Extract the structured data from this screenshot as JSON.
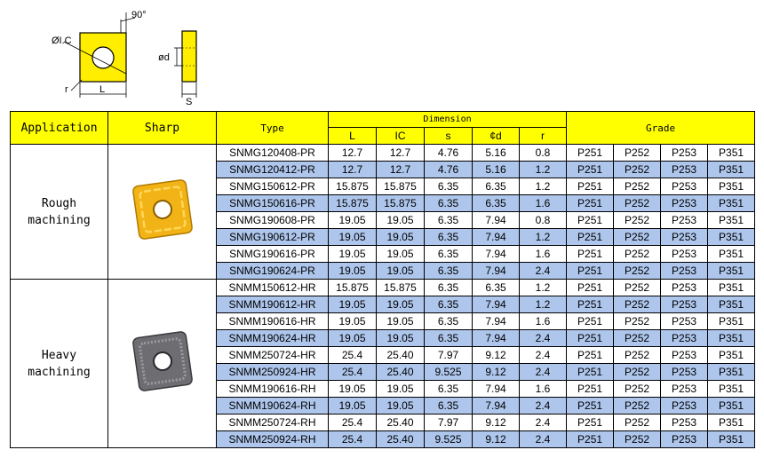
{
  "diagram": {
    "angle_label": "90°",
    "ic_label": "ØI.C",
    "r_label": "r",
    "l_label": "L",
    "d_label": "ød",
    "s_label": "S"
  },
  "table": {
    "headers": {
      "application": "Application",
      "sharp": "Sharp",
      "type": "Type",
      "dimension": "Dimension",
      "grade": "Grade",
      "dim_cols": [
        "L",
        "IC",
        "s",
        "¢d",
        "r"
      ]
    },
    "groups": [
      {
        "application": "Rough\nmachining",
        "insert_color": "#f2b316",
        "rows": [
          {
            "type": "SNMG120408-PR",
            "L": "12.7",
            "IC": "12.7",
            "s": "4.76",
            "d": "5.16",
            "r": "0.8",
            "grades": [
              "P251",
              "P252",
              "P253",
              "P351"
            ]
          },
          {
            "type": "SNMG120412-PR",
            "L": "12.7",
            "IC": "12.7",
            "s": "4.76",
            "d": "5.16",
            "r": "1.2",
            "grades": [
              "P251",
              "P252",
              "P253",
              "P351"
            ]
          },
          {
            "type": "SNMG150612-PR",
            "L": "15.875",
            "IC": "15.875",
            "s": "6.35",
            "d": "6.35",
            "r": "1.2",
            "grades": [
              "P251",
              "P252",
              "P253",
              "P351"
            ]
          },
          {
            "type": "SNMG150616-PR",
            "L": "15.875",
            "IC": "15.875",
            "s": "6.35",
            "d": "6.35",
            "r": "1.6",
            "grades": [
              "P251",
              "P252",
              "P253",
              "P351"
            ]
          },
          {
            "type": "SNMG190608-PR",
            "L": "19.05",
            "IC": "19.05",
            "s": "6.35",
            "d": "7.94",
            "r": "0.8",
            "grades": [
              "P251",
              "P252",
              "P253",
              "P351"
            ]
          },
          {
            "type": "SNMG190612-PR",
            "L": "19.05",
            "IC": "19.05",
            "s": "6.35",
            "d": "7.94",
            "r": "1.2",
            "grades": [
              "P251",
              "P252",
              "P253",
              "P351"
            ]
          },
          {
            "type": "SNMG190616-PR",
            "L": "19.05",
            "IC": "19.05",
            "s": "6.35",
            "d": "7.94",
            "r": "1.6",
            "grades": [
              "P251",
              "P252",
              "P253",
              "P351"
            ]
          },
          {
            "type": "SNMG190624-PR",
            "L": "19.05",
            "IC": "19.05",
            "s": "6.35",
            "d": "7.94",
            "r": "2.4",
            "grades": [
              "P251",
              "P252",
              "P253",
              "P351"
            ]
          }
        ]
      },
      {
        "application": "Heavy\nmachining",
        "insert_color": "#6e6e72",
        "rows": [
          {
            "type": "SNMM150612-HR",
            "L": "15.875",
            "IC": "15.875",
            "s": "6.35",
            "d": "6.35",
            "r": "1.2",
            "grades": [
              "P251",
              "P252",
              "P253",
              "P351"
            ]
          },
          {
            "type": "SNMM190612-HR",
            "L": "19.05",
            "IC": "19.05",
            "s": "6.35",
            "d": "7.94",
            "r": "1.2",
            "grades": [
              "P251",
              "P252",
              "P253",
              "P351"
            ]
          },
          {
            "type": "SNMM190616-HR",
            "L": "19.05",
            "IC": "19.05",
            "s": "6.35",
            "d": "7.94",
            "r": "1.6",
            "grades": [
              "P251",
              "P252",
              "P253",
              "P351"
            ]
          },
          {
            "type": "SNMM190624-HR",
            "L": "19.05",
            "IC": "19.05",
            "s": "6.35",
            "d": "7.94",
            "r": "2.4",
            "grades": [
              "P251",
              "P252",
              "P253",
              "P351"
            ]
          },
          {
            "type": "SNMM250724-HR",
            "L": "25.4",
            "IC": "25.40",
            "s": "7.97",
            "d": "9.12",
            "r": "2.4",
            "grades": [
              "P251",
              "P252",
              "P253",
              "P351"
            ]
          },
          {
            "type": "SNMM250924-HR",
            "L": "25.4",
            "IC": "25.40",
            "s": "9.525",
            "d": "9.12",
            "r": "2.4",
            "grades": [
              "P251",
              "P252",
              "P253",
              "P351"
            ]
          },
          {
            "type": "SNMM190616-RH",
            "L": "19.05",
            "IC": "19.05",
            "s": "6.35",
            "d": "7.94",
            "r": "1.6",
            "grades": [
              "P251",
              "P252",
              "P253",
              "P351"
            ]
          },
          {
            "type": "SNMM190624-RH",
            "L": "19.05",
            "IC": "19.05",
            "s": "6.35",
            "d": "7.94",
            "r": "2.4",
            "grades": [
              "P251",
              "P252",
              "P253",
              "P351"
            ]
          },
          {
            "type": "SNMM250724-RH",
            "L": "25.4",
            "IC": "25.40",
            "s": "7.97",
            "d": "9.12",
            "r": "2.4",
            "grades": [
              "P251",
              "P252",
              "P253",
              "P351"
            ]
          },
          {
            "type": "SNMM250924-RH",
            "L": "25.4",
            "IC": "25.40",
            "s": "9.525",
            "d": "9.12",
            "r": "2.4",
            "grades": [
              "P251",
              "P252",
              "P253",
              "P351"
            ]
          }
        ]
      }
    ],
    "colors": {
      "header_bg": "#ffff00",
      "alt_row_bg": "#aec6ec",
      "diagram_insert": "#ffee00"
    }
  }
}
